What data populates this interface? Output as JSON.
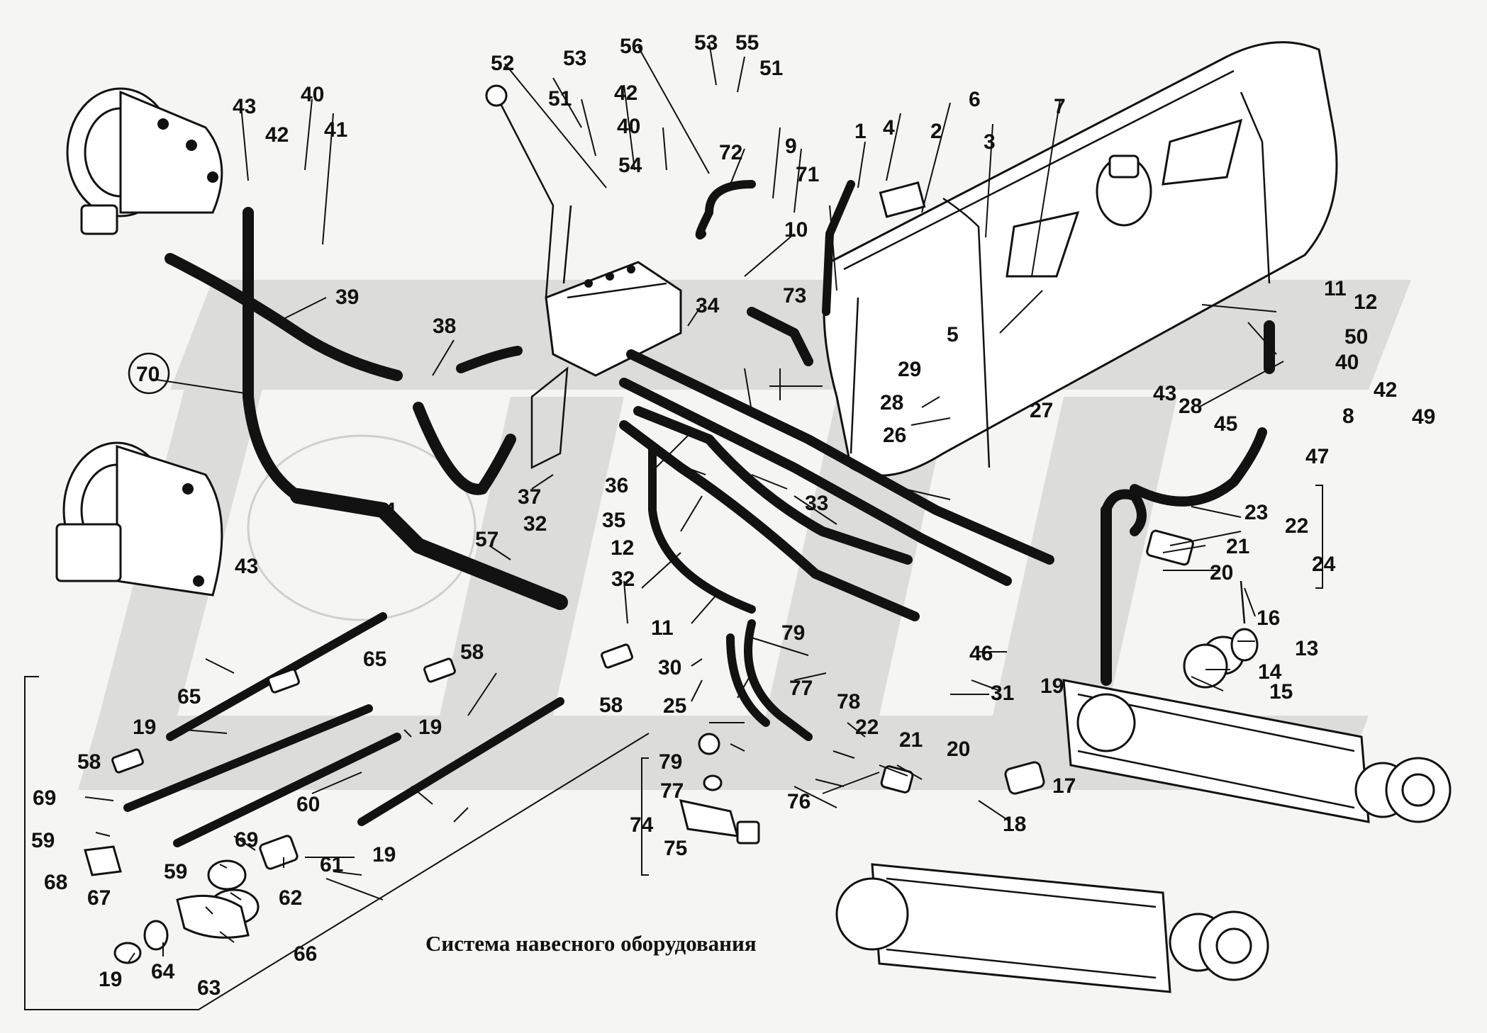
{
  "caption": "Система навесного оборудования",
  "callouts": [
    {
      "id": "p1",
      "text": "1"
    },
    {
      "id": "p2",
      "text": "2"
    },
    {
      "id": "p3",
      "text": "3"
    },
    {
      "id": "p4",
      "text": "4"
    },
    {
      "id": "p5",
      "text": "5"
    },
    {
      "id": "p6",
      "text": "6"
    },
    {
      "id": "p7",
      "text": "7"
    },
    {
      "id": "p8",
      "text": "8"
    },
    {
      "id": "p9",
      "text": "9"
    },
    {
      "id": "p10",
      "text": "10"
    },
    {
      "id": "p11a",
      "text": "11"
    },
    {
      "id": "p11b",
      "text": "11"
    },
    {
      "id": "p12a",
      "text": "12"
    },
    {
      "id": "p12b",
      "text": "12"
    },
    {
      "id": "p13",
      "text": "13"
    },
    {
      "id": "p14",
      "text": "14"
    },
    {
      "id": "p15",
      "text": "15"
    },
    {
      "id": "p16",
      "text": "16"
    },
    {
      "id": "p17",
      "text": "17"
    },
    {
      "id": "p18",
      "text": "18"
    },
    {
      "id": "p19a",
      "text": "19"
    },
    {
      "id": "p19b",
      "text": "19"
    },
    {
      "id": "p19c",
      "text": "19"
    },
    {
      "id": "p19d",
      "text": "19"
    },
    {
      "id": "p19e",
      "text": "19"
    },
    {
      "id": "p19f",
      "text": "19"
    },
    {
      "id": "p20a",
      "text": "20"
    },
    {
      "id": "p20b",
      "text": "20"
    },
    {
      "id": "p21a",
      "text": "21"
    },
    {
      "id": "p21b",
      "text": "21"
    },
    {
      "id": "p22a",
      "text": "22"
    },
    {
      "id": "p22b",
      "text": "22"
    },
    {
      "id": "p23",
      "text": "23"
    },
    {
      "id": "p24",
      "text": "24"
    },
    {
      "id": "p25",
      "text": "25"
    },
    {
      "id": "p26",
      "text": "26"
    },
    {
      "id": "p27",
      "text": "27"
    },
    {
      "id": "p28a",
      "text": "28"
    },
    {
      "id": "p28b",
      "text": "28"
    },
    {
      "id": "p29",
      "text": "29"
    },
    {
      "id": "p30",
      "text": "30"
    },
    {
      "id": "p31",
      "text": "31"
    },
    {
      "id": "p32a",
      "text": "32"
    },
    {
      "id": "p32b",
      "text": "32"
    },
    {
      "id": "p33",
      "text": "33"
    },
    {
      "id": "p34",
      "text": "34"
    },
    {
      "id": "p35",
      "text": "35"
    },
    {
      "id": "p36",
      "text": "36"
    },
    {
      "id": "p37",
      "text": "37"
    },
    {
      "id": "p38",
      "text": "38"
    },
    {
      "id": "p39",
      "text": "39"
    },
    {
      "id": "p40a",
      "text": "40"
    },
    {
      "id": "p40b",
      "text": "40"
    },
    {
      "id": "p40c",
      "text": "40"
    },
    {
      "id": "p41",
      "text": "41"
    },
    {
      "id": "p42a",
      "text": "42"
    },
    {
      "id": "p42b",
      "text": "42"
    },
    {
      "id": "p42c",
      "text": "42"
    },
    {
      "id": "p43a",
      "text": "43"
    },
    {
      "id": "p43b",
      "text": "43"
    },
    {
      "id": "p43c",
      "text": "43"
    },
    {
      "id": "p44",
      "text": "44"
    },
    {
      "id": "p45",
      "text": "45"
    },
    {
      "id": "p46",
      "text": "46"
    },
    {
      "id": "p47",
      "text": "47"
    },
    {
      "id": "p49",
      "text": "49"
    },
    {
      "id": "p50",
      "text": "50"
    },
    {
      "id": "p51a",
      "text": "51"
    },
    {
      "id": "p51b",
      "text": "51"
    },
    {
      "id": "p52",
      "text": "52"
    },
    {
      "id": "p53a",
      "text": "53"
    },
    {
      "id": "p53b",
      "text": "53"
    },
    {
      "id": "p54",
      "text": "54"
    },
    {
      "id": "p55",
      "text": "55"
    },
    {
      "id": "p56",
      "text": "56"
    },
    {
      "id": "p57",
      "text": "57"
    },
    {
      "id": "p58a",
      "text": "58"
    },
    {
      "id": "p58b",
      "text": "58"
    },
    {
      "id": "p58c",
      "text": "58"
    },
    {
      "id": "p59a",
      "text": "59"
    },
    {
      "id": "p59b",
      "text": "59"
    },
    {
      "id": "p60",
      "text": "60"
    },
    {
      "id": "p61",
      "text": "61"
    },
    {
      "id": "p62",
      "text": "62"
    },
    {
      "id": "p63",
      "text": "63"
    },
    {
      "id": "p64",
      "text": "64"
    },
    {
      "id": "p65a",
      "text": "65"
    },
    {
      "id": "p65b",
      "text": "65"
    },
    {
      "id": "p66",
      "text": "66"
    },
    {
      "id": "p67",
      "text": "67"
    },
    {
      "id": "p68",
      "text": "68"
    },
    {
      "id": "p69a",
      "text": "69"
    },
    {
      "id": "p69b",
      "text": "69"
    },
    {
      "id": "p70",
      "text": "70"
    },
    {
      "id": "p71",
      "text": "71"
    },
    {
      "id": "p72",
      "text": "72"
    },
    {
      "id": "p73",
      "text": "73"
    },
    {
      "id": "p74",
      "text": "74"
    },
    {
      "id": "p75",
      "text": "75"
    },
    {
      "id": "p76",
      "text": "76"
    },
    {
      "id": "p77a",
      "text": "77"
    },
    {
      "id": "p77b",
      "text": "77"
    },
    {
      "id": "p78",
      "text": "78"
    },
    {
      "id": "p79a",
      "text": "79"
    },
    {
      "id": "p79b",
      "text": "79"
    }
  ]
}
